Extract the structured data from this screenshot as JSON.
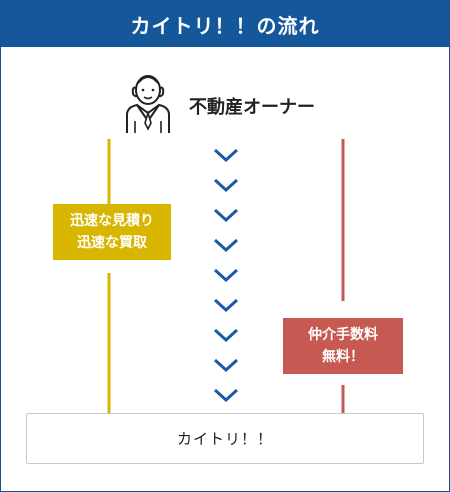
{
  "header": {
    "title": "カイトリ！！の流れ"
  },
  "owner": {
    "label": "不動産オーナー",
    "icon": "owner-person-icon"
  },
  "left_path": {
    "line1": "迅速な見積り",
    "line2": "迅速な買取",
    "color": "#d8b600"
  },
  "right_path": {
    "line1": "仲介手数料",
    "line2": "無料！",
    "color": "#c65a53"
  },
  "center_path": {
    "color": "#1a5aa6",
    "chevron_count": 9
  },
  "result": {
    "label": "カイトリ！！"
  }
}
